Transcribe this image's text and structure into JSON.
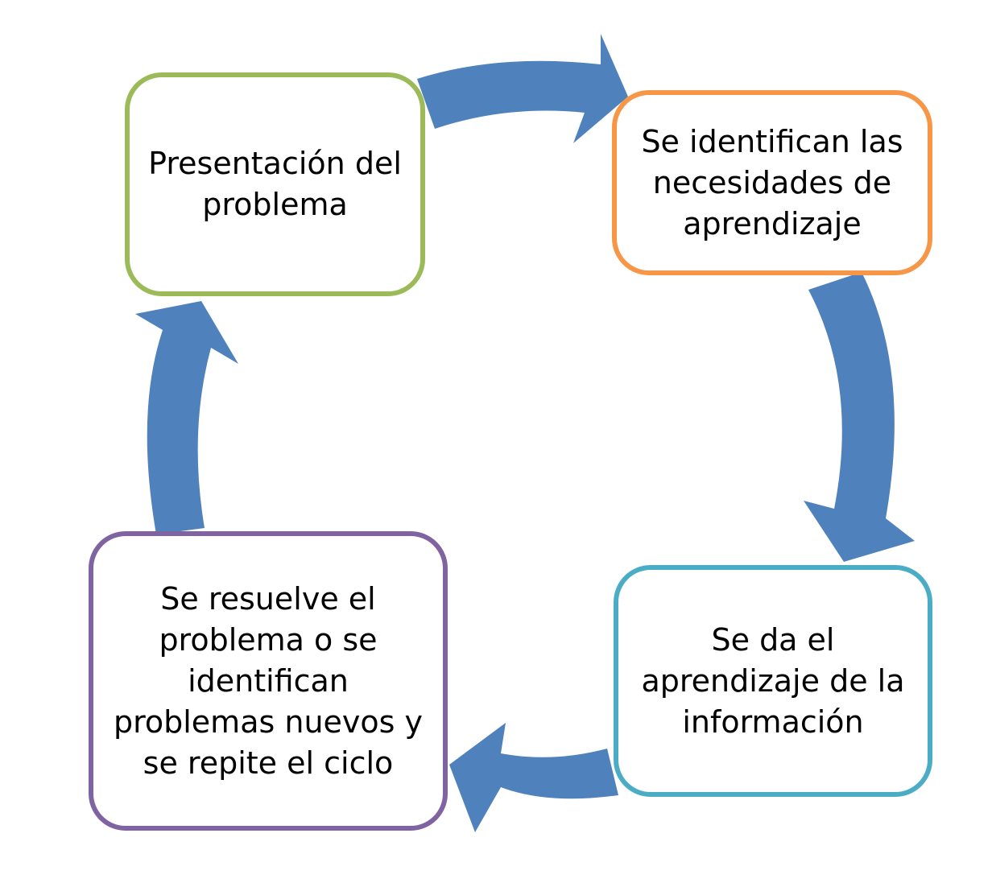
{
  "colors": {
    "arrow": "#4F81BD"
  },
  "nodes": [
    {
      "id": "presentation",
      "lines": [
        "Presentación del",
        "problema"
      ],
      "border_color": "#9BBB59"
    },
    {
      "id": "identify-needs",
      "lines": [
        "Se identifican las",
        "necesidades de",
        "aprendizaje"
      ],
      "border_color": "#F79646"
    },
    {
      "id": "learning",
      "lines": [
        "Se da el",
        "aprendizaje de la",
        "información"
      ],
      "border_color": "#4BACC6"
    },
    {
      "id": "solve",
      "lines": [
        "Se resuelve el",
        "problema o se",
        "identifican",
        "problemas nuevos y",
        "se repite el ciclo"
      ],
      "border_color": "#8064A2"
    }
  ]
}
